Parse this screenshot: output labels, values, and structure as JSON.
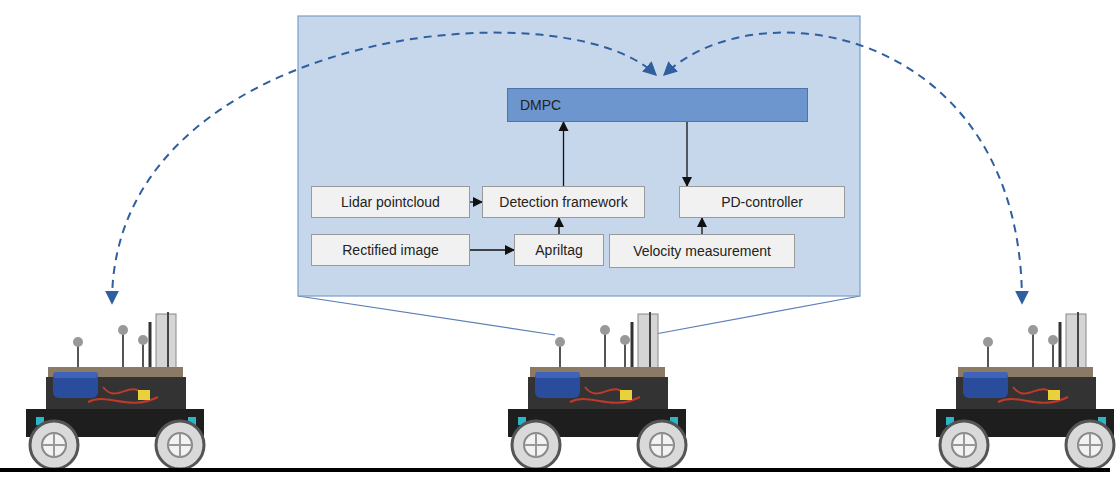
{
  "diagram": {
    "nodes": [
      {
        "text": [
          "DMPC"
        ]
      },
      {
        "text": [
          "Lidar pointcloud"
        ]
      },
      {
        "text": [
          "Detection framework"
        ]
      },
      {
        "text": [
          "PD-controller"
        ]
      },
      {
        "text": [
          "Rectified image"
        ]
      },
      {
        "text": [
          "Apriltag"
        ]
      },
      {
        "text": [
          "Velocity measurement"
        ]
      }
    ],
    "edges": [
      {
        "from": 1,
        "to": 2,
        "arrow": "to"
      },
      {
        "from": 4,
        "to": 5,
        "arrow": "to"
      },
      {
        "from": 5,
        "to": 2,
        "arrow": "to"
      },
      {
        "from": 2,
        "to": 0,
        "arrow": "to"
      },
      {
        "from": 0,
        "to": 3,
        "arrow": "to"
      },
      {
        "from": 6,
        "to": 3,
        "arrow": "to"
      }
    ]
  }
}
